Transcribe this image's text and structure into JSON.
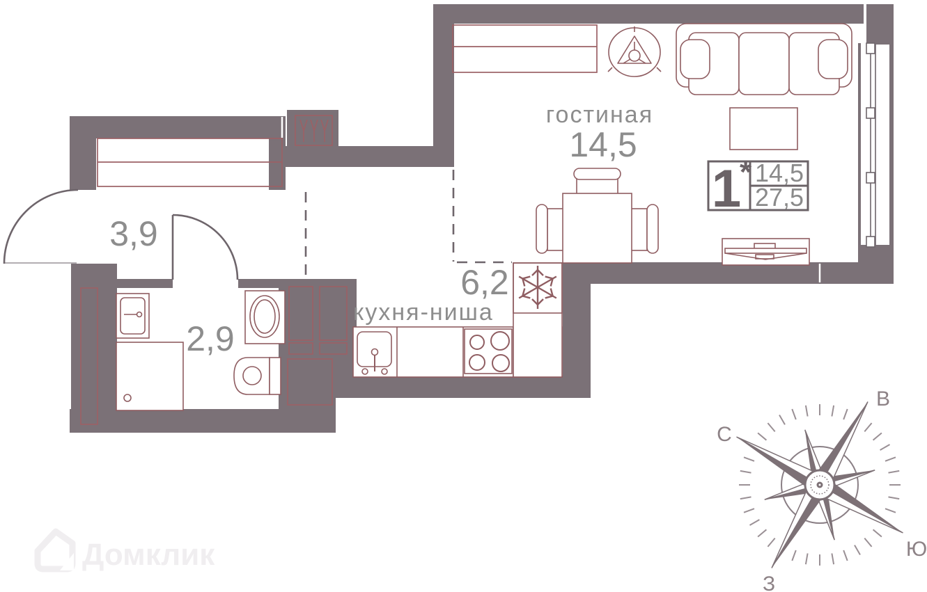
{
  "plan": {
    "rooms": {
      "living": {
        "label": "гостиная",
        "area": "14,5"
      },
      "kitchen": {
        "label": "кухня-ниша",
        "area": "6,2"
      },
      "hall": {
        "area": "3,9"
      },
      "bathroom": {
        "area": "2,9"
      }
    },
    "info_box": {
      "rooms_count": "1",
      "star": "*",
      "living_area": "14,5",
      "total_area": "27,5"
    }
  },
  "compass": {
    "north": "С",
    "east": "В",
    "south": "Ю",
    "west": "З"
  },
  "watermark": {
    "brand": "Домклик"
  },
  "colors": {
    "wall": "#7b7177",
    "furniture_outline": "#8f5d61",
    "hatch": "#9b6165",
    "label_text": "#8d8d8d",
    "info_text": "#6b6367",
    "door_line": "#6e656b",
    "compass": "#7d7176",
    "watermark": "#f0eef0"
  }
}
